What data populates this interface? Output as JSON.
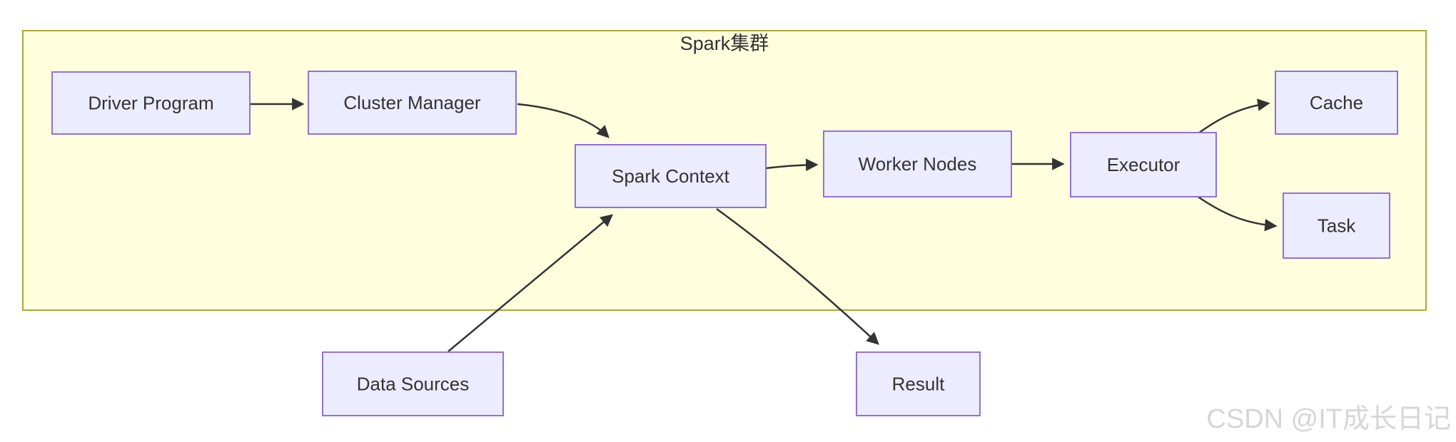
{
  "diagram": {
    "type": "flowchart-LR",
    "cluster": {
      "label": "Spark集群"
    },
    "colors": {
      "page_bg": "#ffffff",
      "cluster_fill": "#ffffde",
      "cluster_stroke": "#aaaa33",
      "node_fill": "#ececff",
      "node_stroke": "#9370db",
      "edge_stroke": "#333333",
      "label_text": "#333333",
      "watermark_text": "#d6d6d6"
    },
    "nodes": [
      {
        "id": "driver-program",
        "label": "Driver Program",
        "in_cluster": true
      },
      {
        "id": "cluster-manager",
        "label": "Cluster Manager",
        "in_cluster": true
      },
      {
        "id": "spark-context",
        "label": "Spark Context",
        "in_cluster": true
      },
      {
        "id": "worker-nodes",
        "label": "Worker Nodes",
        "in_cluster": true
      },
      {
        "id": "executor",
        "label": "Executor",
        "in_cluster": true
      },
      {
        "id": "cache",
        "label": "Cache",
        "in_cluster": true
      },
      {
        "id": "task",
        "label": "Task",
        "in_cluster": true
      },
      {
        "id": "data-sources",
        "label": "Data Sources",
        "in_cluster": false
      },
      {
        "id": "result",
        "label": "Result",
        "in_cluster": false
      }
    ],
    "edges": [
      {
        "from": "Driver Program",
        "to": "Cluster Manager"
      },
      {
        "from": "Cluster Manager",
        "to": "Spark Context"
      },
      {
        "from": "Spark Context",
        "to": "Worker Nodes"
      },
      {
        "from": "Worker Nodes",
        "to": "Executor"
      },
      {
        "from": "Executor",
        "to": "Cache"
      },
      {
        "from": "Executor",
        "to": "Task"
      },
      {
        "from": "Data Sources",
        "to": "Spark Context"
      },
      {
        "from": "Spark Context",
        "to": "Result"
      }
    ]
  },
  "watermark": {
    "text": "CSDN @IT成长日记"
  }
}
